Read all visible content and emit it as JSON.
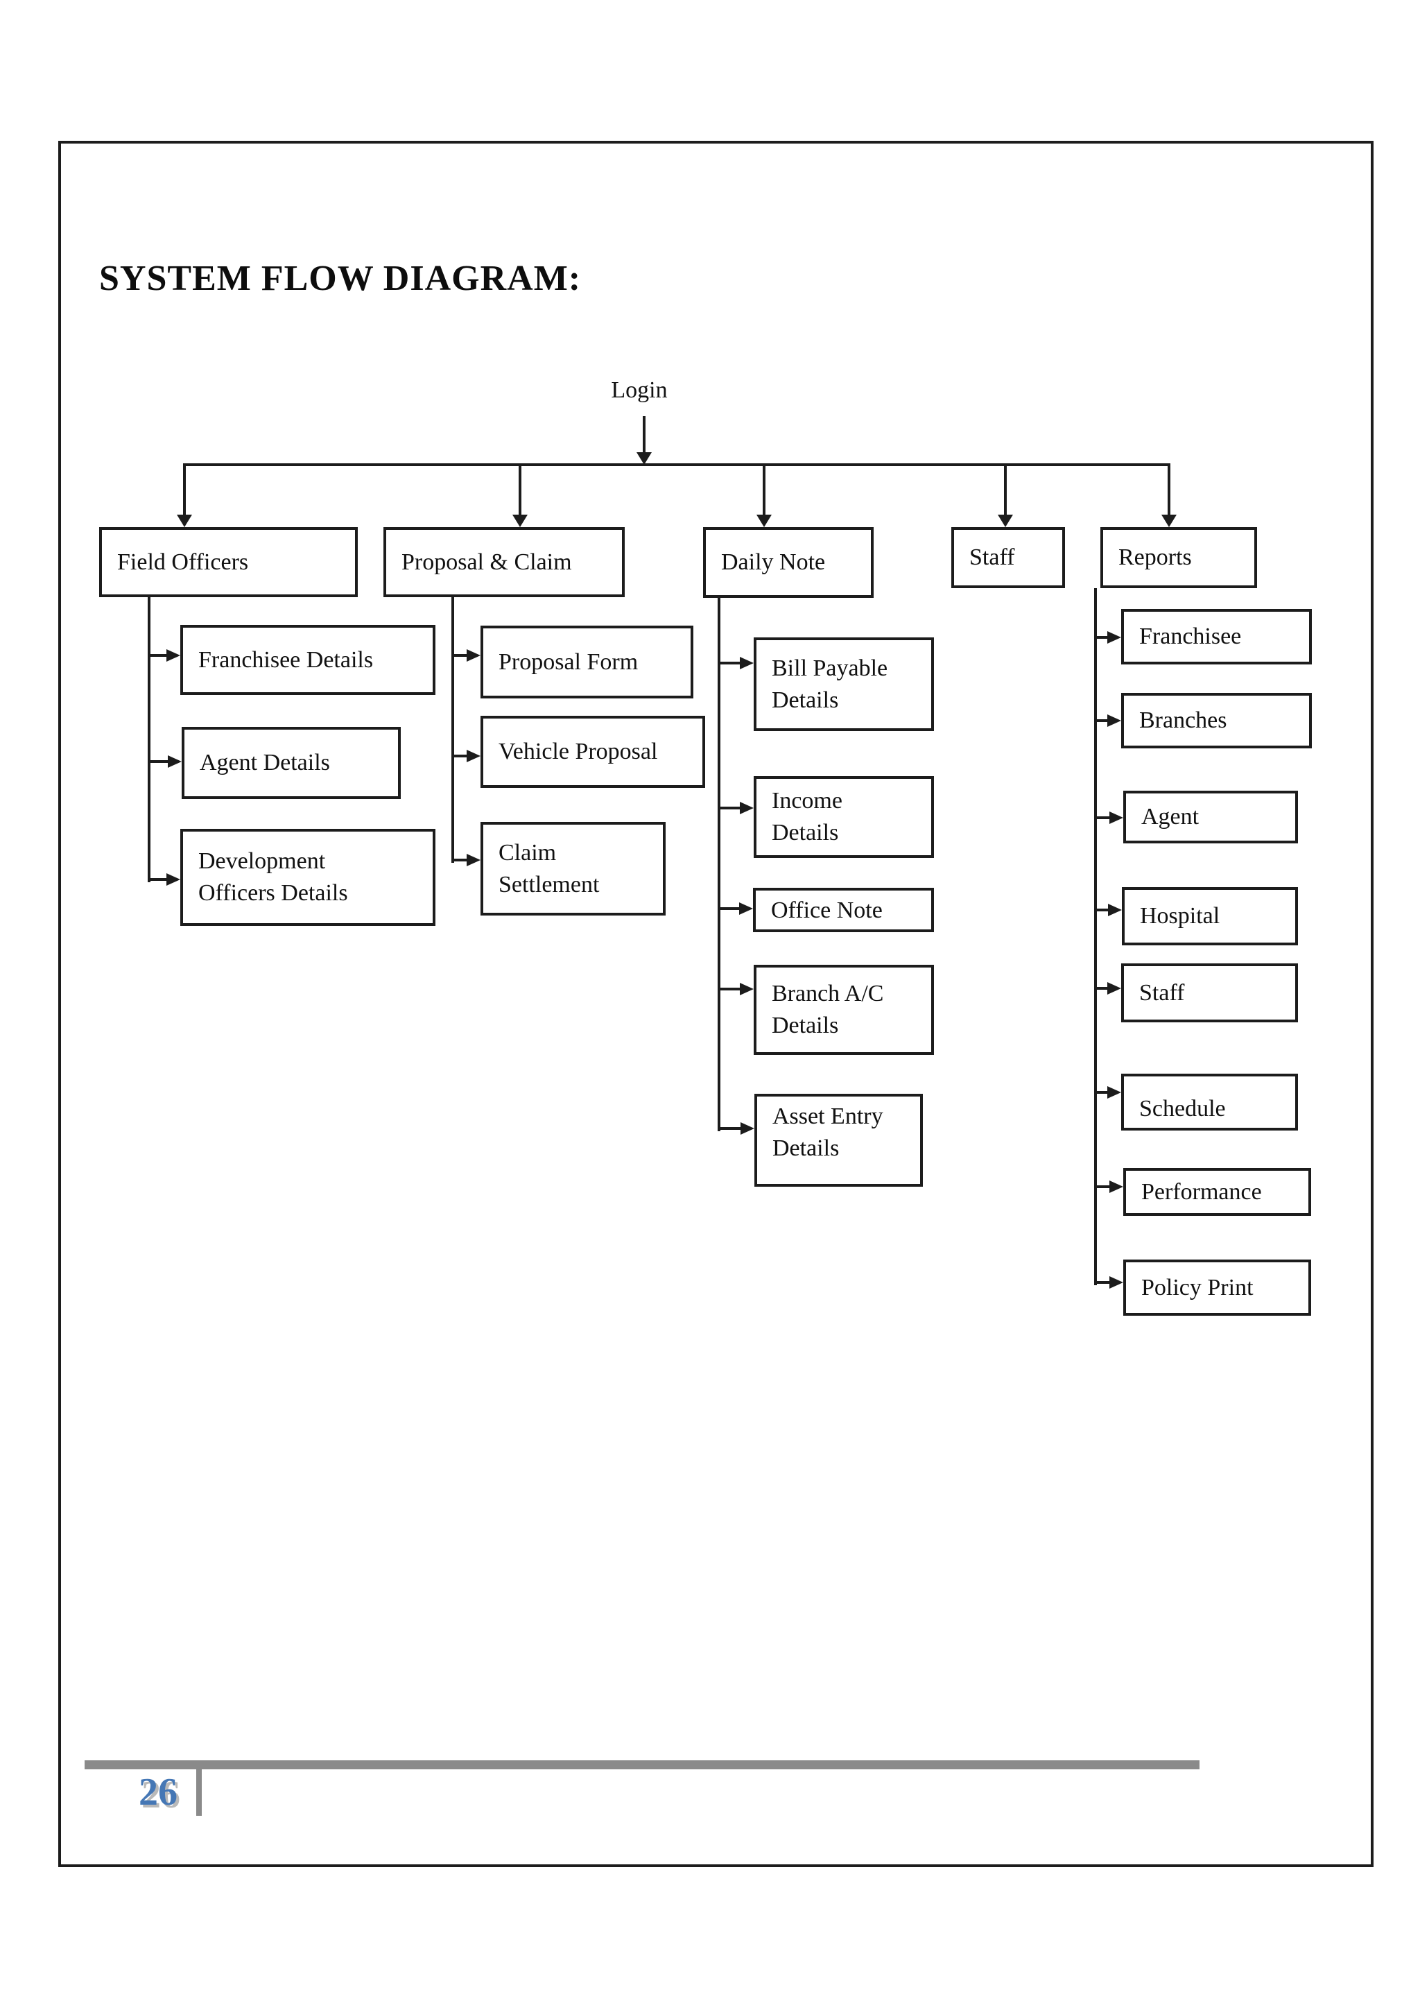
{
  "page": {
    "title": "SYSTEM FLOW DIAGRAM:",
    "page_number": "26"
  },
  "colors": {
    "diagram_line": "#1c1c1c",
    "footer_gray": "#8a8a8a",
    "page_number_blue": "#4577b5"
  },
  "diagram": {
    "root": {
      "label": "Login"
    },
    "branches": [
      {
        "label": "Field Officers",
        "children": [
          {
            "label": "Franchisee Details"
          },
          {
            "label": "Agent Details"
          },
          {
            "label": "Development Officers Details",
            "lines": [
              "Development",
              "Officers Details"
            ]
          }
        ]
      },
      {
        "label": "Proposal & Claim",
        "children": [
          {
            "label": "Proposal Form"
          },
          {
            "label": "Vehicle Proposal"
          },
          {
            "label": "Claim Settlement",
            "lines": [
              "Claim",
              "Settlement"
            ]
          }
        ]
      },
      {
        "label": "Daily Note",
        "children": [
          {
            "label": "Bill Payable Details",
            "lines": [
              "Bill Payable",
              "Details"
            ]
          },
          {
            "label": "Income Details",
            "lines": [
              "Income",
              "Details"
            ]
          },
          {
            "label": "Office Note"
          },
          {
            "label": "Branch A/C Details",
            "lines": [
              "Branch A/C",
              "Details"
            ]
          },
          {
            "label": "Asset Entry Details",
            "lines": [
              "Asset Entry",
              "Details"
            ]
          }
        ]
      },
      {
        "label": "Staff",
        "children": []
      },
      {
        "label": "Reports",
        "children": [
          {
            "label": "Franchisee"
          },
          {
            "label": "Branches"
          },
          {
            "label": "Agent"
          },
          {
            "label": "Hospital"
          },
          {
            "label": "Staff"
          },
          {
            "label": "Schedule"
          },
          {
            "label": "Performance"
          },
          {
            "label": "Policy Print"
          }
        ]
      }
    ]
  }
}
